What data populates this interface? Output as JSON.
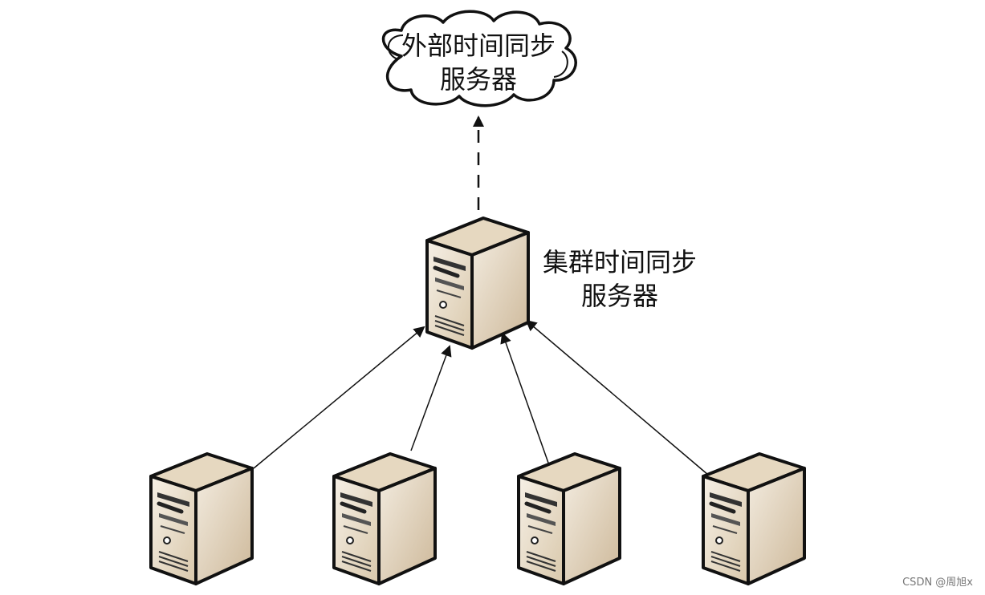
{
  "cloud": {
    "line1": "外部时间同步",
    "line2": "服务器",
    "icon": "cloud-icon"
  },
  "cluster_server": {
    "line1": "集群时间同步",
    "line2": "服务器",
    "icon": "server-tower-icon"
  },
  "nodes": [
    {
      "icon": "server-tower-icon"
    },
    {
      "icon": "server-tower-icon"
    },
    {
      "icon": "server-tower-icon"
    },
    {
      "icon": "server-tower-icon"
    }
  ],
  "watermark": "CSDN @周旭x",
  "colors": {
    "server_face": "#e9ddc8",
    "server_side": "#c2ac8c",
    "server_top": "#dccbaf",
    "outline": "#111111",
    "line": "#111111"
  }
}
